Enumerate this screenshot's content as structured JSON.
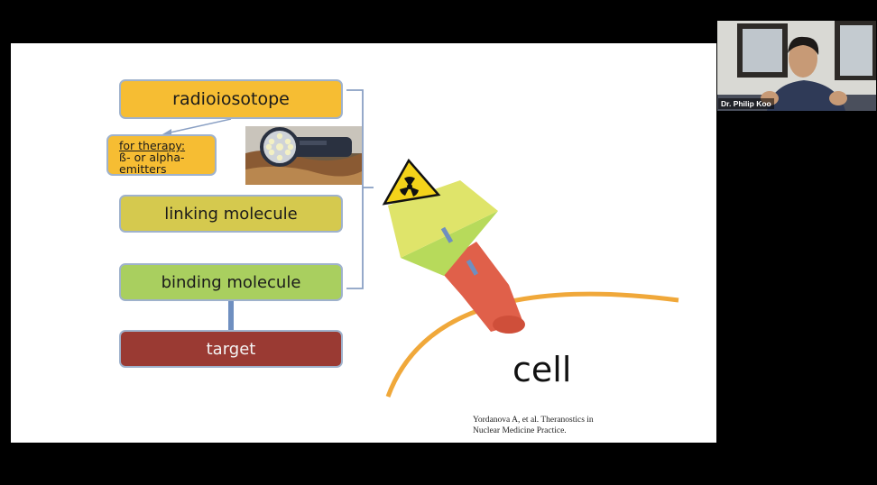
{
  "slide": {
    "boxes": {
      "radioisotope": "radioiosotope",
      "therapy_line1": "for therapy:",
      "therapy_line2": "ß- or alpha-",
      "therapy_line3": "emitters",
      "linking": "linking molecule",
      "binding": "binding molecule",
      "target": "target"
    },
    "cell_label": "cell",
    "citation_line1": "Yordanova A, et al. Theranostics in",
    "citation_line2": "Nuclear Medicine Practice."
  },
  "webcam": {
    "name": "Dr. Philip Koo"
  },
  "colors": {
    "radioisotope_box": "#f6bd33",
    "linking_box": "#d5c94e",
    "binding_box": "#a9cf5f",
    "target_box": "#9a3a33",
    "box_border": "#9fb2cc",
    "cell_membrane": "#f0a83a",
    "connector": "#6f8fc0"
  }
}
